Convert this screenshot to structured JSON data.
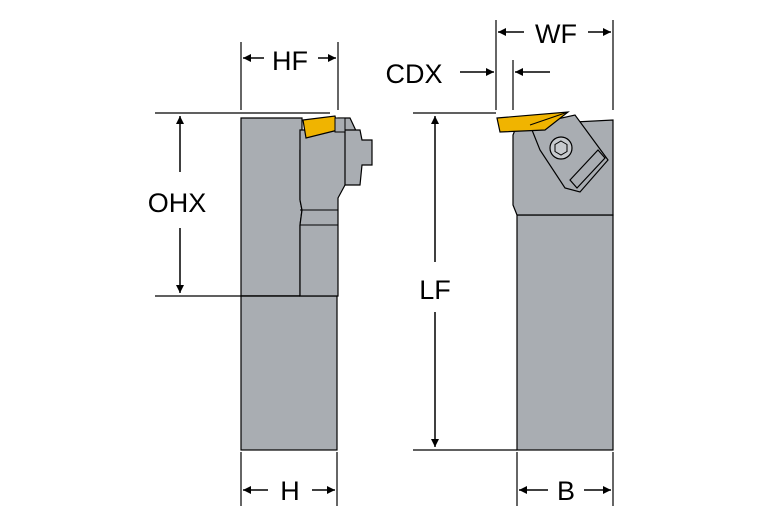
{
  "labels": {
    "hf": "HF",
    "ohx": "OHX",
    "h": "H",
    "cdx": "CDX",
    "wf": "WF",
    "lf": "LF",
    "b": "B"
  },
  "colors": {
    "body": "#a9adb2",
    "outline": "#000000",
    "insert": "#f0b400",
    "background": "#ffffff"
  }
}
